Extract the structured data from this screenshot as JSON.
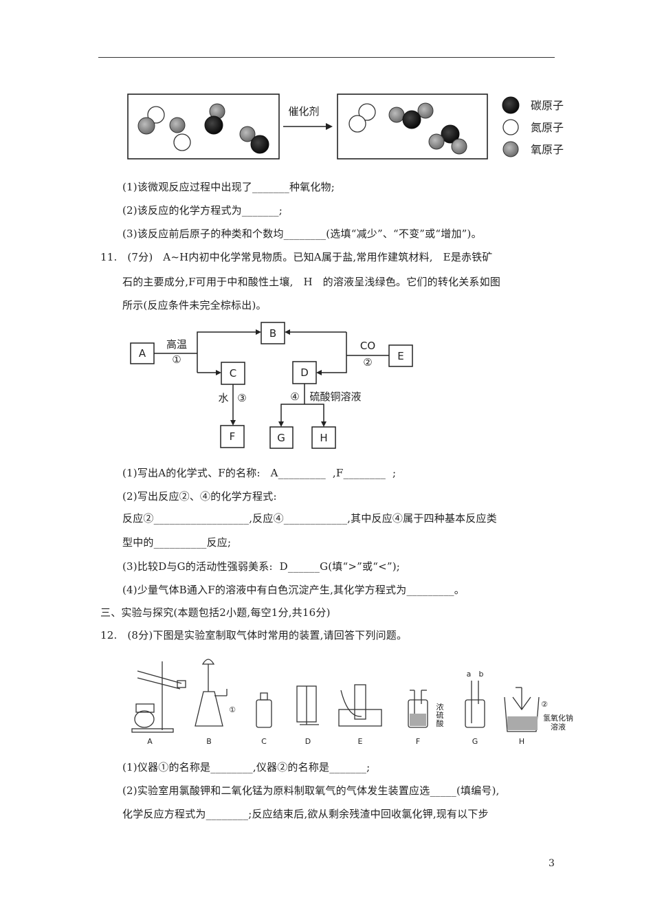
{
  "fig10": {
    "arrow_label": "催化剂",
    "legend": [
      "碳原子",
      "氮原子",
      "氧原子"
    ]
  },
  "q10": {
    "p1": "(1)该微观反应过程中出现了_______种氧化物;",
    "p2": "(2)该反应的化学方程式为_______;",
    "p3": "(3)该反应前后原子的种类和个数均________(选填“减少”、“不变”或“增加”)。"
  },
  "q11": {
    "line1": "11.   (7分)   A~H内初中化学常見物质。已知A属于盐,常用作建筑材料,   E是赤铁矿",
    "line2": "石的主要成分,F可用于中和酸性土壤,   H   的溶液呈浅绿色。它们的转化关系如图",
    "line3": "所示(反应条件未完全棕标出)。",
    "diagram": {
      "boxes": [
        "A",
        "B",
        "C",
        "D",
        "E",
        "F",
        "G",
        "H"
      ],
      "label_gaowen": "高温",
      "label_1": "①",
      "label_co": "CO",
      "label_2": "②",
      "label_water": "水",
      "label_3": "③",
      "label_4": "④",
      "label_cuso4": "硫酸铜溶液"
    },
    "p1": "(1)写出A的化学式、F的名称:   A_________  ,F________  ;",
    "p2": "(2)写出反应②、④的化学方程式:",
    "p3": "反应②__________________,反应④____________,其中反应④属于四种基本反应类",
    "p4": "型中的__________反应;",
    "p5": "(3)比较D与G的活动性强弱美系:  D______G(填“>”或“<”);",
    "p6": "(4)少量气体B通入F的溶液中有白色沉淀产生,其化学方程式为_________。"
  },
  "section3": "三、实验与探究(本题包括2小题,每空1分,共16分)",
  "q12": {
    "line1": "12.   (8分)下图是实验室制取气体时常用的装置,请回答下列问题。",
    "apparatus_letters": [
      "A",
      "B",
      "C",
      "D",
      "E",
      "F",
      "G",
      "H"
    ],
    "label_circle1": "①",
    "label_circle2": "②",
    "label_f_acid": [
      "浓",
      "硫",
      "酸"
    ],
    "label_g_a": "a",
    "label_g_b": "b",
    "label_h_sol": [
      "氢氧化钠",
      "溶液"
    ],
    "p1": "(1)仪器①的名称是________,仪器②的名称是_______;",
    "p2": "(2)实验室用氯酸钾和二氧化锰为原料制取氧气的气体发生装置应选_____(填编号),",
    "p3": "化学反应方程式为________;反应结束后,欲从剩余残渣中回收氯化钾,现有以下步"
  },
  "page_number": "3"
}
